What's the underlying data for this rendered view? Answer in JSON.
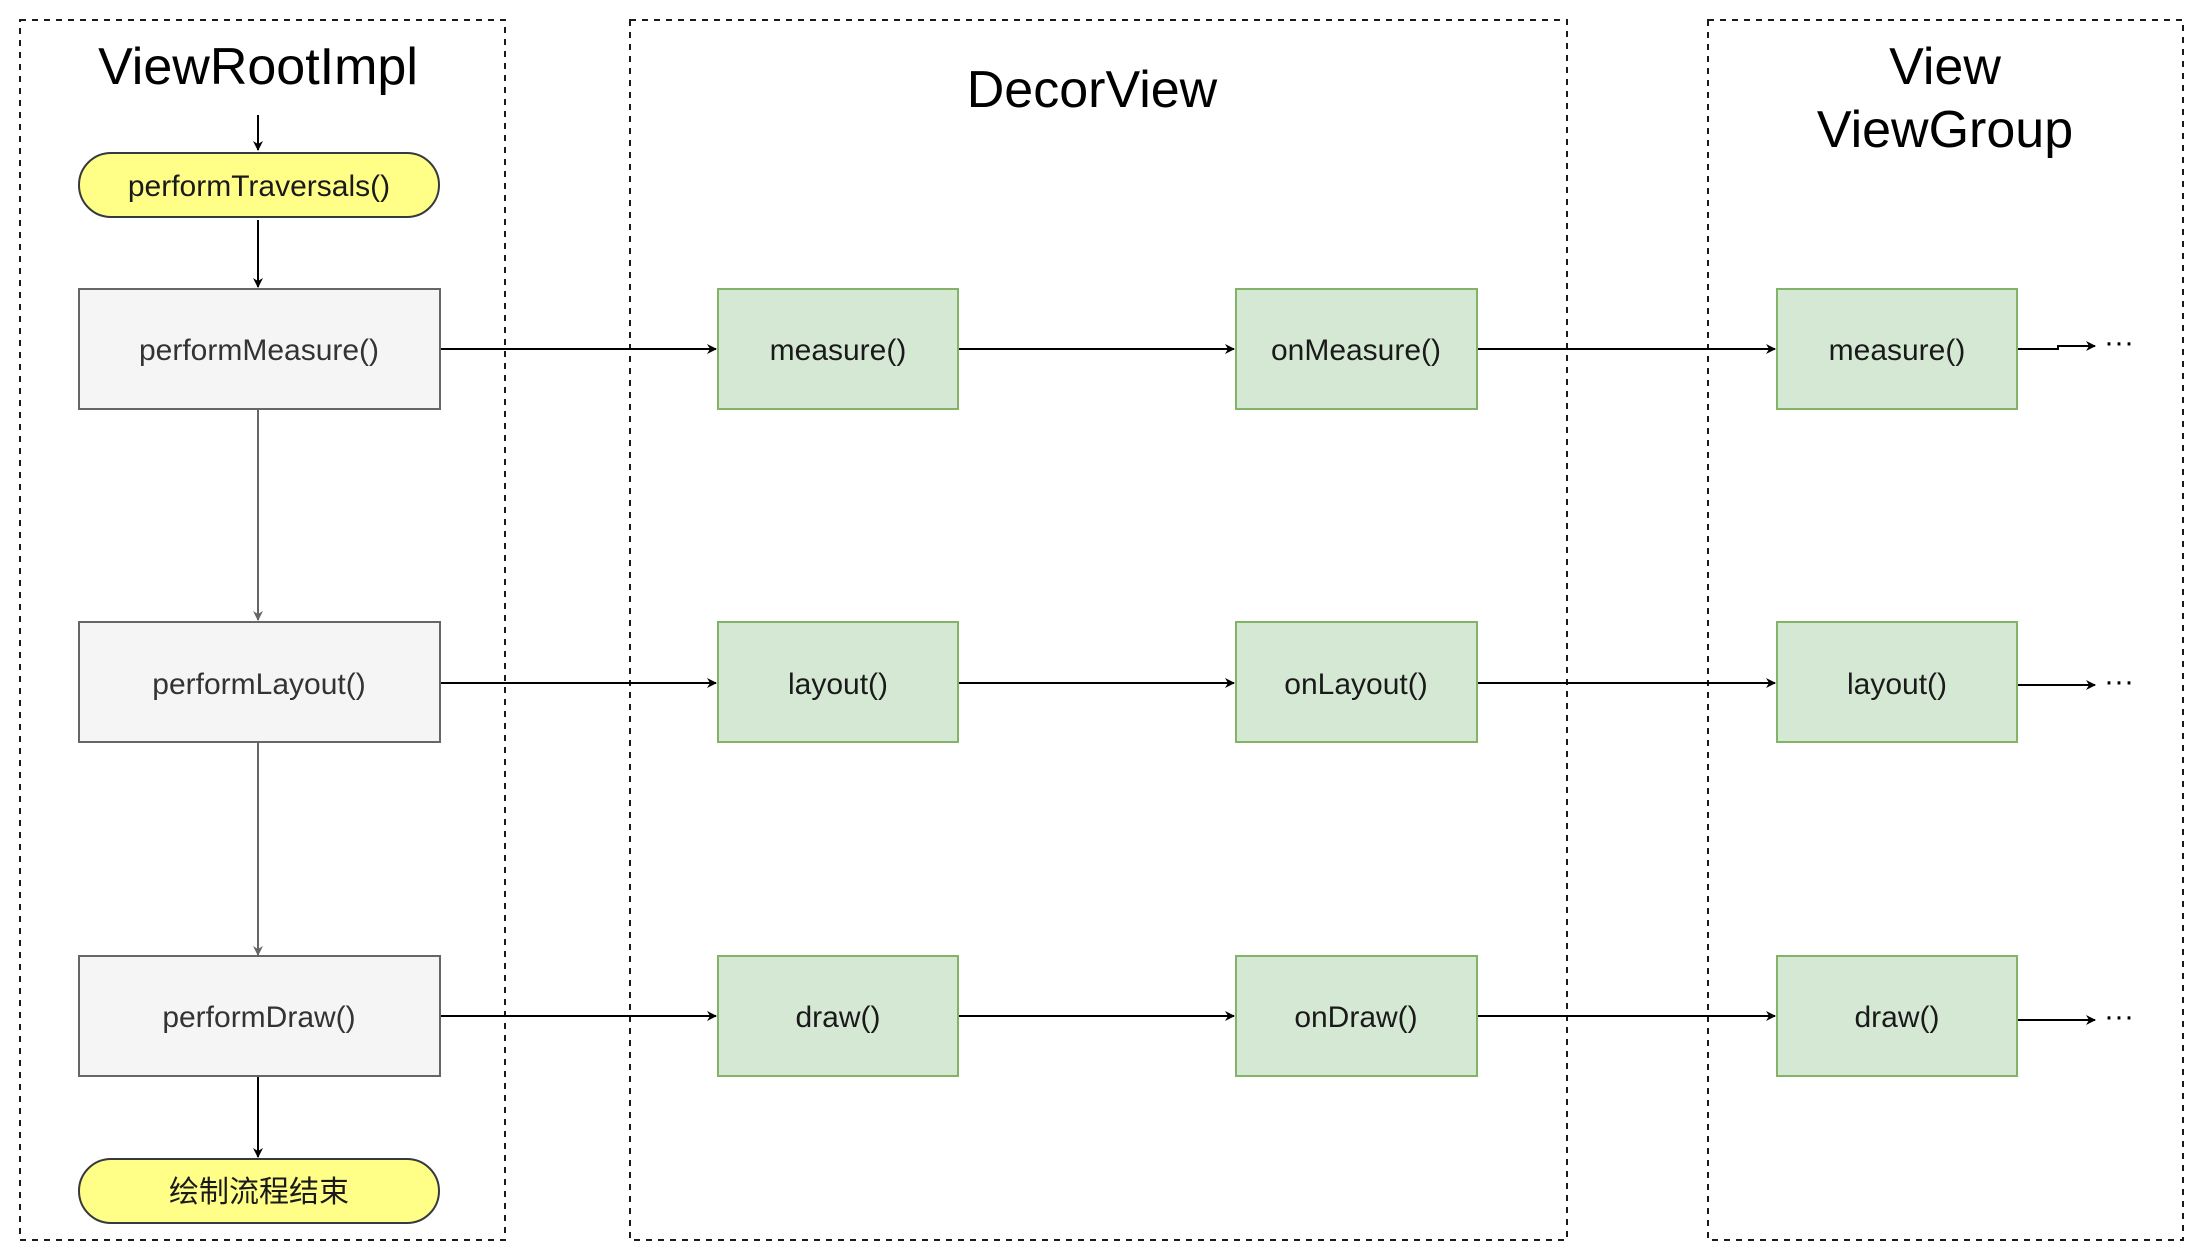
{
  "lanes": {
    "viewrootimpl": {
      "title": "ViewRootImpl"
    },
    "decorview": {
      "title": "DecorView"
    },
    "view": {
      "title_line1": "View",
      "title_line2": "ViewGroup"
    }
  },
  "nodes": {
    "perform_traversals": "performTraversals()",
    "perform_measure": "performMeasure()",
    "perform_layout": "performLayout()",
    "perform_draw": "performDraw()",
    "draw_end": "绘制流程结束",
    "decor_measure": "measure()",
    "decor_on_measure": "onMeasure()",
    "decor_layout": "layout()",
    "decor_on_layout": "onLayout()",
    "decor_draw": "draw()",
    "decor_on_draw": "onDraw()",
    "view_measure": "measure()",
    "view_layout": "layout()",
    "view_draw": "draw()"
  },
  "continuation": {
    "measure": "···",
    "layout": "···",
    "draw": "···"
  },
  "colors": {
    "process_fill": "#f5f5f5",
    "process_stroke": "#666666",
    "method_fill": "#d5e8d4",
    "method_stroke": "#82b366",
    "terminal_fill": "#ffff88",
    "terminal_stroke": "#36393d"
  }
}
